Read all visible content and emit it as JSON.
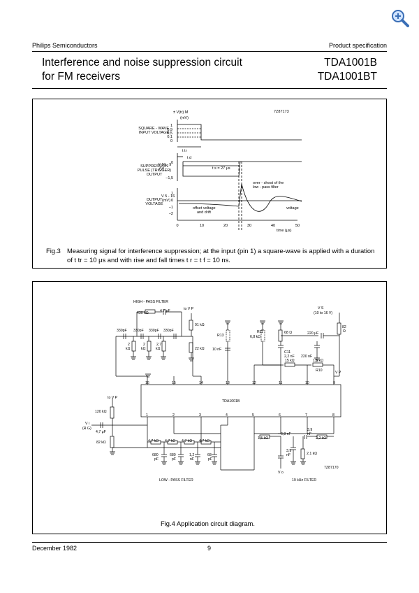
{
  "header": {
    "left": "Philips Semiconductors",
    "right": "Product specification"
  },
  "title": {
    "line1": "Interference and noise suppression circuit",
    "line2": "for FM receivers",
    "part1": "TDA1001B",
    "part2": "TDA1001BT"
  },
  "fig3": {
    "code": "7Z87173",
    "vtr_label": "± V(tr) M",
    "vtr_unit": "(mV)",
    "row1_label1": "SQUARE - WAVE",
    "row1_label2": "INPUT VOLTAGE",
    "row1_ticks": [
      "1",
      "0,9",
      "0,5",
      "0,1",
      "0"
    ],
    "ttr": "t tr",
    "td": "t d",
    "row2_label1": "SUPPRESSION",
    "row2_label2": "PULSE (TRIGGER)",
    "row2_label3": "OUTPUT",
    "row2_axis": "V 10 - 9",
    "row2_unit": "(V)",
    "row2_ticks": [
      "0",
      "−1,5"
    ],
    "ts": "t s = 27 μs",
    "overshoot1": "over - shoot of the",
    "overshoot2": "low - pass filter",
    "row3_label1": "OUTPUT",
    "row3_label2": "VOLTAGE",
    "row3_axis": "V 5 - 16",
    "row3_unit": "(mV)",
    "row3_ticks": [
      "1",
      "0",
      "−1",
      "−2"
    ],
    "offset1": "offset voltage",
    "offset2": "and drift",
    "voltage": "voltage",
    "xticks": [
      "0",
      "10",
      "20",
      "30",
      "40",
      "50"
    ],
    "xlabel": "time (μs)",
    "caption_num": "Fig.3",
    "caption1": "Measuring signal for interference suppression; at the input (pin 1) a square-wave is applied with a duration",
    "caption2": "of t tr = 10 μs and with rise and fall times t r = t f = 10 ns."
  },
  "fig4": {
    "hpf": "HIGH - PASS FILTER",
    "lpf": "LOW - PASS FILTER",
    "khz": "19 kHz FILTER",
    "ic": "TDA1001B",
    "code": "7Z87170",
    "top_pins": [
      "16",
      "15",
      "14",
      "13",
      "12",
      "11",
      "10",
      "9"
    ],
    "bottom_pins": [
      "1",
      "2",
      "3",
      "4",
      "5",
      "6",
      "7",
      "8"
    ],
    "to_vp1": "to V P",
    "to_vp2": "to V P",
    "vs1": "V S",
    "vs2": "(10 to 16 V)",
    "vp": "V P",
    "vi": "V i",
    "rg": "(R G)",
    "vo": "V o",
    "r430": "430 kΩ",
    "c47": "4,7 pF",
    "r91": "91 kΩ",
    "c330a": "330pF",
    "c330b": "330pF",
    "c330c": "330pF",
    "c330d": "330pF",
    "r2a": "2",
    "r2b": "2",
    "r27": "2,7",
    "kohm1": "kΩ",
    "kohm2": "kΩ",
    "kohm3": "kΩ",
    "r22": "22 kΩ",
    "r13": "R13",
    "c10n": "10 nF",
    "r11": "R11",
    "r68k": "6,8 kΩ",
    "r68": "68 Ω",
    "c220u": "220 μF",
    "r82": "82",
    "ohm": "Ω",
    "c11": "C11",
    "c22n": "2,2 nF",
    "c220n": "220 nF",
    "r15a": "15 kΩ",
    "r15b": "1,5 kΩ",
    "r10": "R10",
    "r120": "120 kΩ",
    "c47u": "4,7 μF",
    "r82k": "82 kΩ",
    "lp_r1": "4,7 kΩ",
    "lp_r2": "4,7 kΩ",
    "lp_r3": "4,7 kΩ",
    "lp_r4": "4,7 kΩ",
    "lp_c1": "680",
    "lp_c2": "680",
    "lp_c3": "1,2",
    "lp_c4": "68",
    "lp_u1": "pF",
    "lp_u2": "pF",
    "lp_u3": "nF",
    "lp_u4": "pF",
    "f_r15": "1,5 kΩ",
    "f_c68": "6,8 nF",
    "f_c39a": "3,9",
    "f_nf1": "nF",
    "f_r22": "2,2 kΩ",
    "f_c39b": "3,9",
    "f_nf2": "nF",
    "f_r21": "2,1 kΩ",
    "caption": "Fig.4  Application circuit diagram."
  },
  "footer": {
    "date": "December 1982",
    "page": "9"
  }
}
